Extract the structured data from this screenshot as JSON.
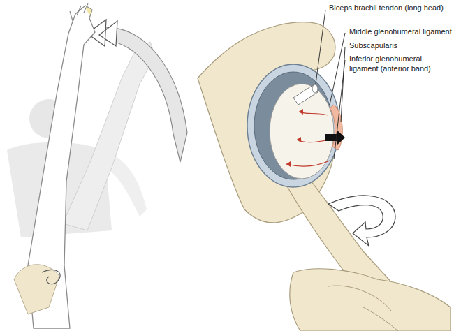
{
  "diagram": {
    "labels": [
      "Biceps brachii tendon (long head)",
      "Middle glenohumeral ligament",
      "Subscapularis",
      "Inferior glenohumeral ligament (anterior band)"
    ]
  }
}
